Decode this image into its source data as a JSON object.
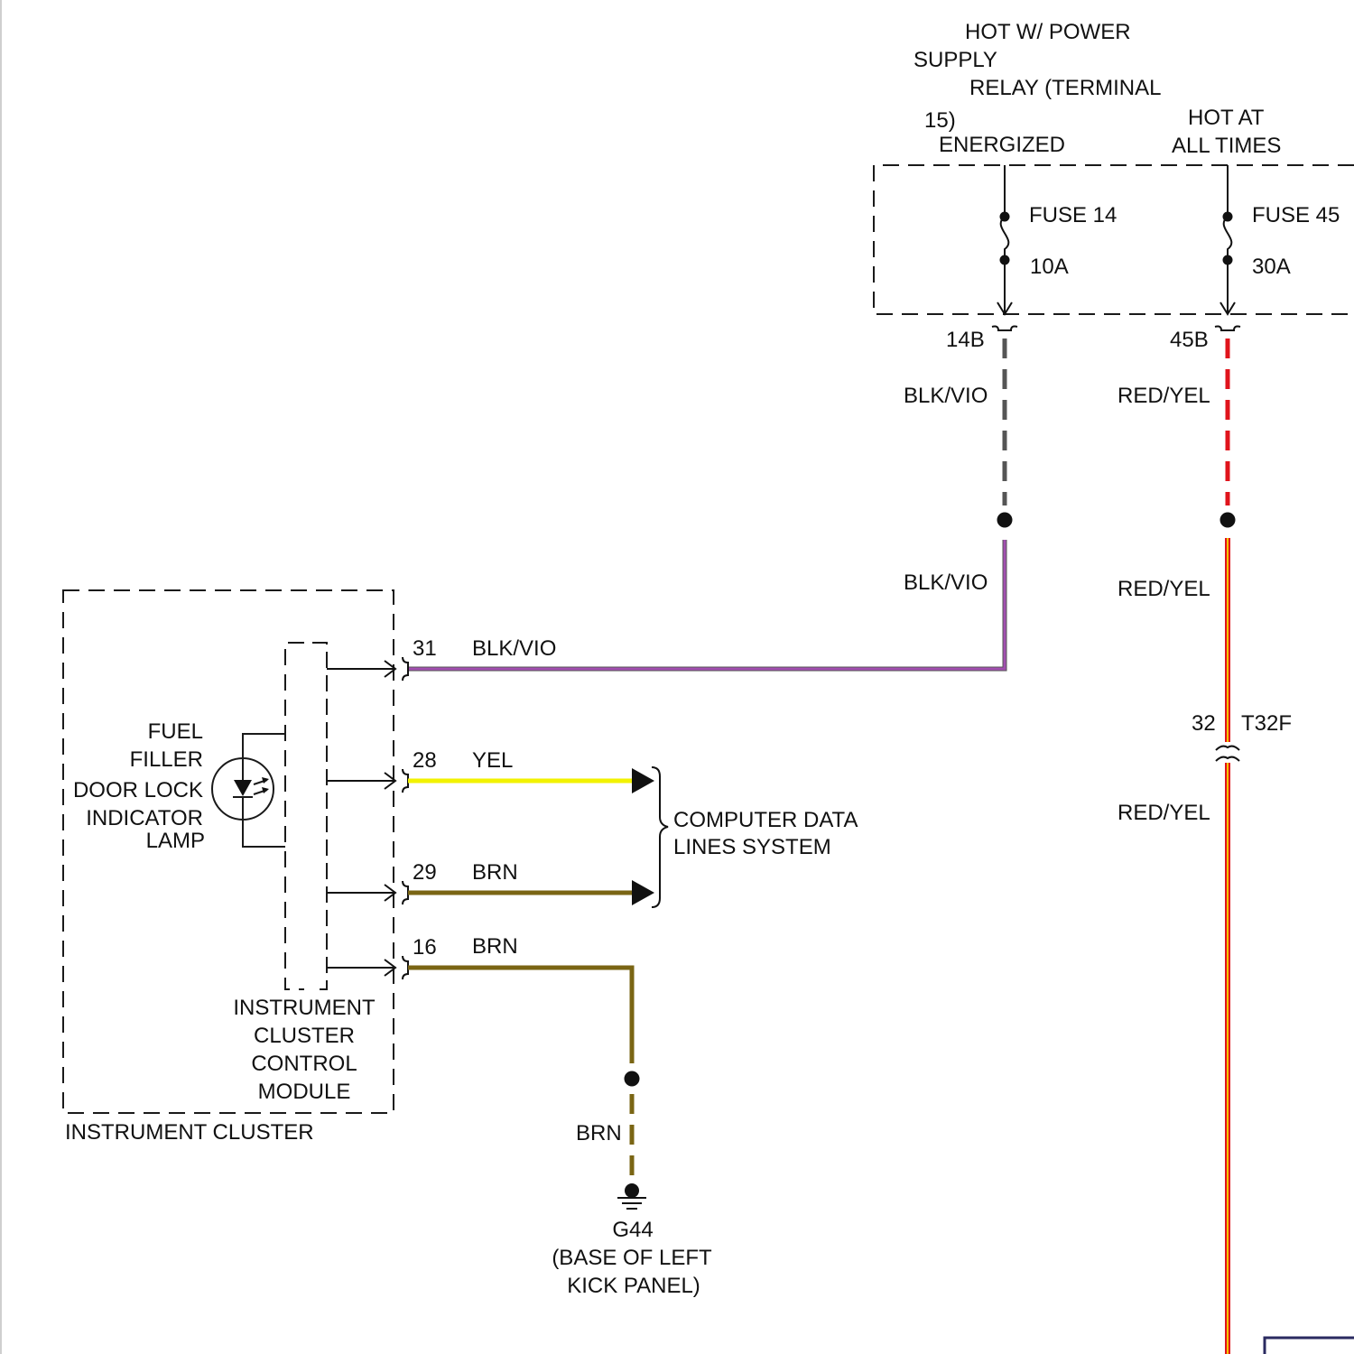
{
  "power_source": {
    "fuse_box_label": [
      "HOT W/ POWER",
      "SUPPLY",
      "RELAY (TERMINAL",
      "15)",
      "ENERGIZED"
    ],
    "hot_label": [
      "HOT AT",
      "ALL TIMES"
    ],
    "fuse_14": {
      "name": "FUSE 14",
      "rating": "10A",
      "terminal": "14B"
    },
    "fuse_45": {
      "name": "FUSE 45",
      "rating": "30A",
      "terminal": "45B"
    }
  },
  "wires": {
    "blk_vio_upper": "BLK/VIO",
    "blk_vio_lower": "BLK/VIO",
    "red_yel_upper": "RED/YEL",
    "red_yel_middle": "RED/YEL",
    "red_yel_lower": "RED/YEL"
  },
  "connector_t32f": {
    "pin": "32",
    "name": "T32F"
  },
  "cluster_pins": [
    {
      "pin": "31",
      "color": "BLK/VIO"
    },
    {
      "pin": "28",
      "color": "YEL"
    },
    {
      "pin": "29",
      "color": "BRN"
    },
    {
      "pin": "16",
      "color": "BRN"
    }
  ],
  "lamp_label": [
    "FUEL",
    "FILLER",
    "DOOR LOCK",
    "INDICATOR",
    "LAMP"
  ],
  "module_label": [
    "INSTRUMENT",
    "CLUSTER",
    "CONTROL",
    "MODULE"
  ],
  "instrument_cluster_label": "INSTRUMENT CLUSTER",
  "data_lines_label": [
    "COMPUTER DATA",
    "LINES SYSTEM"
  ],
  "ground": {
    "wire_color": "BRN",
    "label": [
      "G44",
      "(BASE OF LEFT",
      "KICK PANEL)"
    ]
  },
  "colors": {
    "blk_vio": "#a24fb0",
    "red_yel_red": "#e0141c",
    "red_yel_yellow": "#f5c400",
    "yel": "#f2f200",
    "brn": "#7a6514",
    "dashed_blk": "#555555"
  }
}
